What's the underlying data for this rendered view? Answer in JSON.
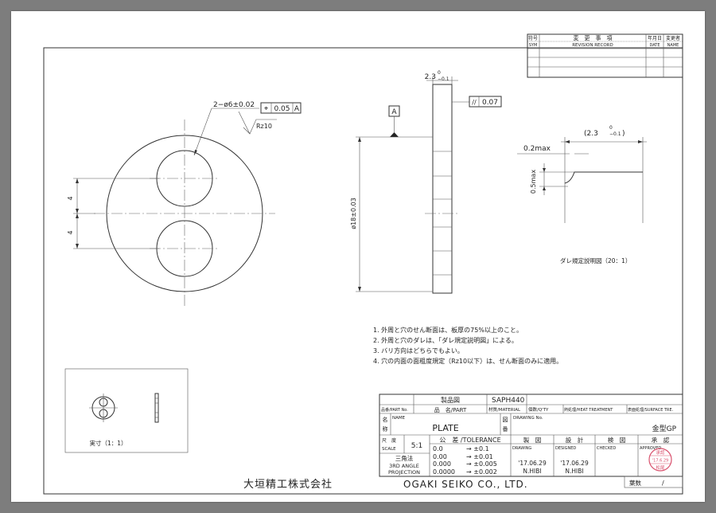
{
  "revision_block": {
    "headers": [
      {
        "jp": "符号",
        "en": "SYM"
      },
      {
        "jp": "変　更　事　項",
        "en": "REVISION RECORD"
      },
      {
        "jp": "年月日",
        "en": "DATE"
      },
      {
        "jp": "変更者",
        "en": "NAME"
      }
    ]
  },
  "front_view": {
    "hole_callout": "2−ø6±0.02",
    "position_symbol": "⌖",
    "position_tolerance": "0.05",
    "position_datum": "A",
    "roughness": "Rz10",
    "dim_upper": "4",
    "dim_lower": "4"
  },
  "side_view": {
    "thickness": "2.3",
    "thickness_tol_upper": "0",
    "thickness_tol_lower": "−0.1",
    "datum": "A",
    "parallelism_symbol": "//",
    "parallelism_value": "0.07",
    "diameter": "ø18±0.03"
  },
  "burr_detail": {
    "dim_ref": "(2.3",
    "dim_ref_tol_upper": "0",
    "dim_ref_tol_lower": "−0.1",
    "dim_ref_close": ")",
    "burr_width": "0.2max",
    "burr_height": "0.5max",
    "caption": "ダレ規定説明図（20：1）"
  },
  "notes": [
    "1.  外周と穴のせん断面は、板厚の75%以上のこと。",
    "2.  外周と穴のダレは、「ダレ規定説明図」による。",
    "3.  バリ方向はどちらでもよい。",
    "4.  穴の内面の面粗度規定（Rz10以下）は、せん断面のみに適用。"
  ],
  "actual_size_caption": "実寸（1：1）",
  "title_block": {
    "product_drawing_label": "製品図",
    "material_code": "SAPH440",
    "part_no_label": "品番/PART No.",
    "part_label": "品　名/PART",
    "material_label": "材質/MATERIAL",
    "qty_label": "個数/Q'TY",
    "heat_treatment_label": "熱処理/HEAT TREATMENT",
    "surface_label": "表面処理/SURFACE TRE.",
    "name_label_jp1": "名",
    "name_label_jp2": "称",
    "name_label_en": "NAME",
    "part_name": "PLATE",
    "drawing_label_jp1": "図",
    "drawing_label_jp2": "番",
    "drawing_no_label": "DRAWING No.",
    "drawing_no_value": "金型GP",
    "scale_label_jp": "尺　度",
    "scale_label_en": "SCALE",
    "scale": "5:1",
    "tolerance_label": "公　差 /TOLERANCE",
    "tolerances": [
      {
        "digits": "0.0",
        "value": "→ ±0.1"
      },
      {
        "digits": "0.00",
        "value": "→ ±0.01"
      },
      {
        "digits": "0.000",
        "value": "→ ±0.005"
      },
      {
        "digits": "0.0000",
        "value": "→ ±0.002"
      }
    ],
    "projection_jp": "三角法",
    "projection_en1": "3RD ANGLE",
    "projection_en2": "PROJECTION",
    "roles_jp": [
      "製　図",
      "設　計",
      "検　図",
      "承　認"
    ],
    "roles_en": [
      "DRAWING",
      "DESIGNED",
      "CHECKED",
      "APPROVED"
    ],
    "drawing_date": "'17.06.29",
    "drawing_name": "N.HIBI",
    "designed_date": "'17.06.29",
    "designed_name": "N.HIBI",
    "stamp_line1": "承認",
    "stamp_line2": "'17.6.29",
    "stamp_line3": "松尾",
    "company_jp": "大垣精工株式会社",
    "company_en": "OGAKI SEIKO CO., LTD.",
    "sheet_label": "葉数",
    "sheet_value": "/"
  },
  "colors": {
    "backdrop": "#7d7d7d",
    "paper": "#ffffff",
    "ink": "#222222",
    "stamp": "#d9526e"
  }
}
